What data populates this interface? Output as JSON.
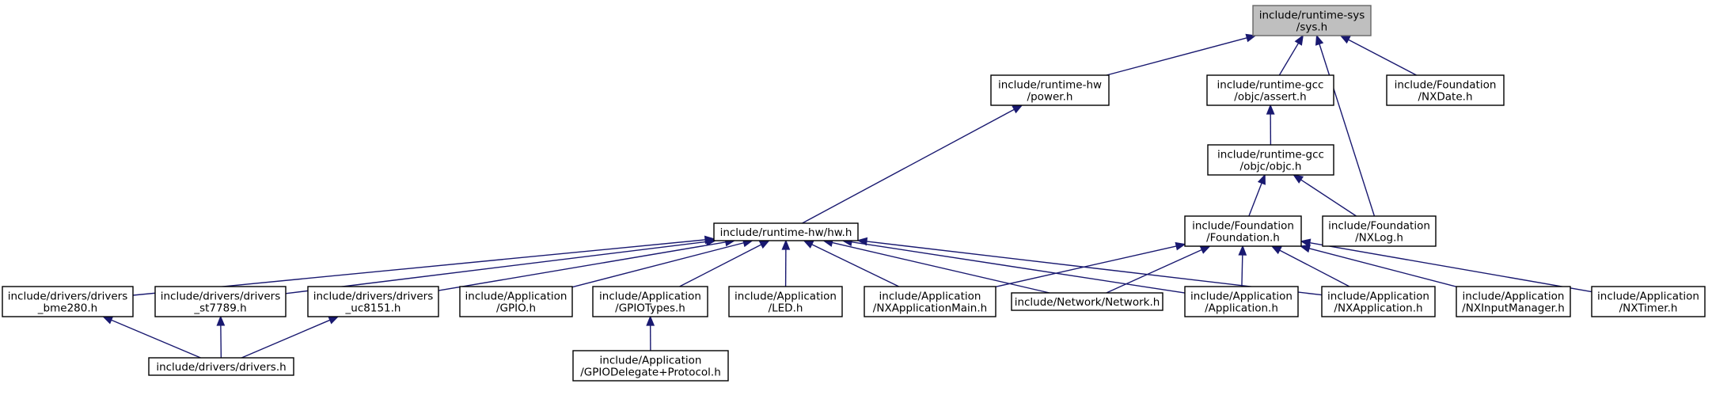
{
  "graph": {
    "nodes": [
      {
        "id": "sys",
        "lines": [
          "include/runtime-sys",
          "/sys.h"
        ],
        "root": true
      },
      {
        "id": "power",
        "lines": [
          "include/runtime-hw",
          "/power.h"
        ]
      },
      {
        "id": "assert",
        "lines": [
          "include/runtime-gcc",
          "/objc/assert.h"
        ]
      },
      {
        "id": "nxdate",
        "lines": [
          "include/Foundation",
          "/NXDate.h"
        ]
      },
      {
        "id": "objc",
        "lines": [
          "include/runtime-gcc",
          "/objc/objc.h"
        ]
      },
      {
        "id": "hw",
        "lines": [
          "include/runtime-hw/hw.h"
        ]
      },
      {
        "id": "foundation",
        "lines": [
          "include/Foundation",
          "/Foundation.h"
        ]
      },
      {
        "id": "nxlog",
        "lines": [
          "include/Foundation",
          "/NXLog.h"
        ]
      },
      {
        "id": "bme280",
        "lines": [
          "include/drivers/drivers",
          "_bme280.h"
        ]
      },
      {
        "id": "st7789",
        "lines": [
          "include/drivers/drivers",
          "_st7789.h"
        ]
      },
      {
        "id": "uc8151",
        "lines": [
          "include/drivers/drivers",
          "_uc8151.h"
        ]
      },
      {
        "id": "gpio",
        "lines": [
          "include/Application",
          "/GPIO.h"
        ]
      },
      {
        "id": "gpiotypes",
        "lines": [
          "include/Application",
          "/GPIOTypes.h"
        ]
      },
      {
        "id": "led",
        "lines": [
          "include/Application",
          "/LED.h"
        ]
      },
      {
        "id": "nxappmain",
        "lines": [
          "include/Application",
          "/NXApplicationMain.h"
        ]
      },
      {
        "id": "network",
        "lines": [
          "include/Network/Network.h"
        ]
      },
      {
        "id": "application",
        "lines": [
          "include/Application",
          "/Application.h"
        ]
      },
      {
        "id": "nxapplication",
        "lines": [
          "include/Application",
          "/NXApplication.h"
        ]
      },
      {
        "id": "nxinput",
        "lines": [
          "include/Application",
          "/NXInputManager.h"
        ]
      },
      {
        "id": "nxtimer",
        "lines": [
          "include/Application",
          "/NXTimer.h"
        ]
      },
      {
        "id": "drivers",
        "lines": [
          "include/drivers/drivers.h"
        ]
      },
      {
        "id": "gpiodelegate",
        "lines": [
          "include/Application",
          "/GPIODelegate+Protocol.h"
        ]
      }
    ]
  }
}
